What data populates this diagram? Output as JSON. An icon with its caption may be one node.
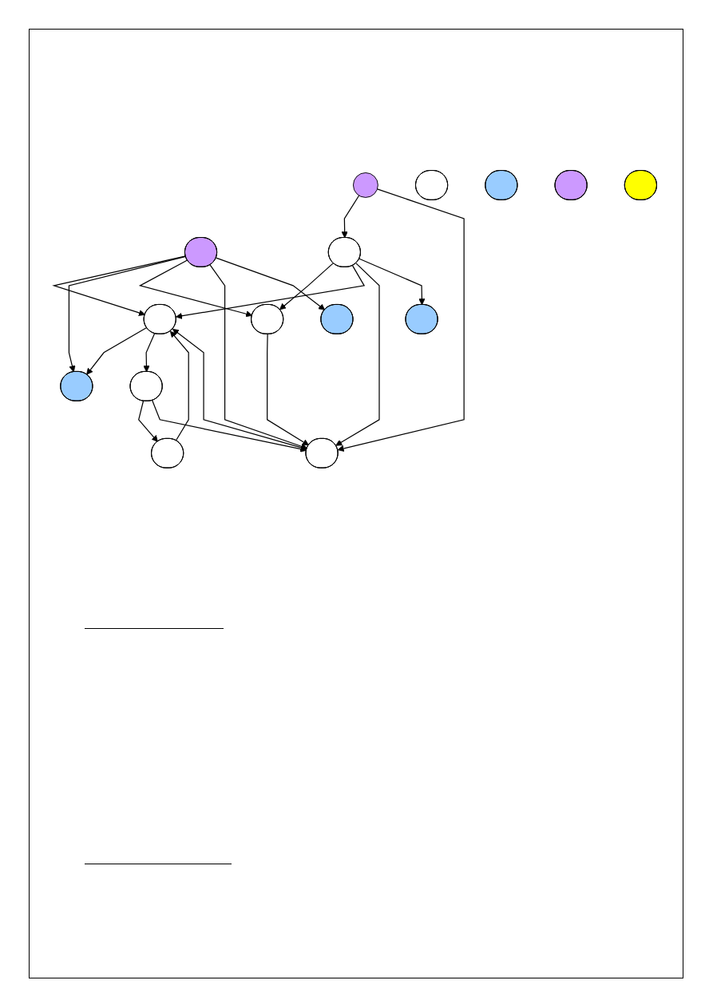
{
  "diagram": {
    "nodes": [
      {
        "text": [],
        "shape": "ellipse"
      },
      {
        "text": [],
        "shape": "ellipse"
      },
      {
        "text": [],
        "shape": "ellipse"
      },
      {
        "text": [],
        "shape": "ellipse"
      },
      {
        "text": [],
        "shape": "ellipse"
      },
      {
        "text": [],
        "shape": "ellipse"
      },
      {
        "text": [],
        "shape": "circle"
      },
      {
        "text": [],
        "shape": "ellipse"
      },
      {
        "text": [],
        "shape": "ellipse"
      },
      {
        "text": [],
        "shape": "ellipse"
      },
      {
        "text": [],
        "shape": "ellipse"
      },
      {
        "text": [],
        "shape": "ellipse"
      },
      {
        "text": [],
        "shape": "ellipse"
      },
      {
        "text": [],
        "shape": "ellipse"
      },
      {
        "text": [],
        "shape": "ellipse"
      }
    ],
    "edges": [
      {
        "from": 1,
        "to": 0,
        "arrow": "to"
      },
      {
        "from": 0,
        "to": 2,
        "arrow": "to"
      },
      {
        "from": 1,
        "to": 2,
        "arrow": "to"
      },
      {
        "from": 0,
        "to": 5,
        "arrow": "to"
      },
      {
        "from": 1,
        "to": 3,
        "arrow": "to"
      },
      {
        "from": 1,
        "to": 7,
        "arrow": "to"
      },
      {
        "from": 1,
        "to": 11,
        "arrow": "to"
      },
      {
        "from": 4,
        "to": 0,
        "arrow": "to"
      },
      {
        "from": 7,
        "to": 0,
        "arrow": "to"
      },
      {
        "from": 5,
        "to": 4,
        "arrow": "to"
      },
      {
        "from": 9,
        "to": 3,
        "arrow": "to"
      },
      {
        "from": 9,
        "to": 0,
        "arrow": "to"
      },
      {
        "from": 6,
        "to": 9,
        "arrow": "to"
      },
      {
        "from": 6,
        "to": 7,
        "arrow": "to"
      },
      {
        "from": 3,
        "to": 7,
        "arrow": "to"
      },
      {
        "from": 5,
        "to": 7,
        "arrow": "to"
      },
      {
        "from": 9,
        "to": 7,
        "arrow": "to"
      },
      {
        "from": 9,
        "to": 8,
        "arrow": "to"
      }
    ]
  }
}
